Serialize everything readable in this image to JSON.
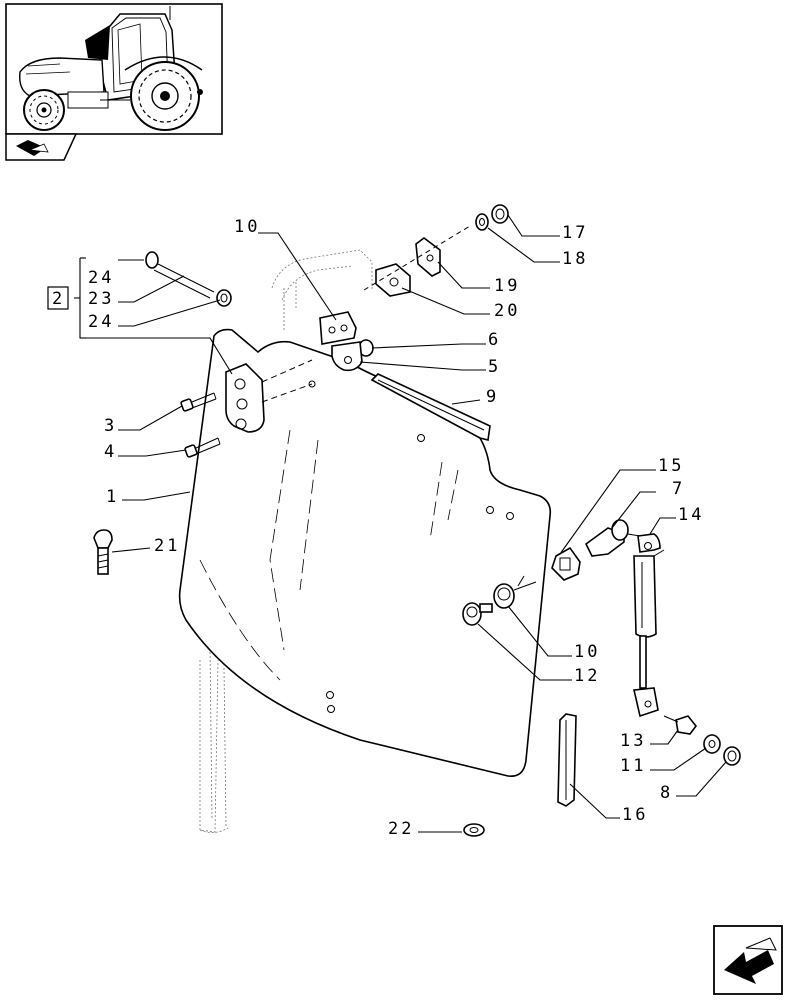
{
  "diagram": {
    "callouts": [
      {
        "id": "c10a",
        "text": "10"
      },
      {
        "id": "c17",
        "text": "17"
      },
      {
        "id": "c18",
        "text": "18"
      },
      {
        "id": "c19",
        "text": "19"
      },
      {
        "id": "c20",
        "text": "20"
      },
      {
        "id": "c6",
        "text": "6"
      },
      {
        "id": "c5",
        "text": "5"
      },
      {
        "id": "c9",
        "text": "9"
      },
      {
        "id": "c24a",
        "text": "24"
      },
      {
        "id": "c23",
        "text": "23"
      },
      {
        "id": "c24b",
        "text": "24"
      },
      {
        "id": "c3",
        "text": "3"
      },
      {
        "id": "c4",
        "text": "4"
      },
      {
        "id": "c1",
        "text": "1"
      },
      {
        "id": "c21",
        "text": "21"
      },
      {
        "id": "c15",
        "text": "15"
      },
      {
        "id": "c7",
        "text": "7"
      },
      {
        "id": "c14",
        "text": "14"
      },
      {
        "id": "c10b",
        "text": "10"
      },
      {
        "id": "c12",
        "text": "12"
      },
      {
        "id": "c13",
        "text": "13"
      },
      {
        "id": "c11",
        "text": "11"
      },
      {
        "id": "c8",
        "text": "8"
      },
      {
        "id": "c16",
        "text": "16"
      },
      {
        "id": "c22",
        "text": "22"
      }
    ],
    "kit_box_label": "2"
  },
  "thumbnail": {
    "icon": "tractor-cab-thumbnail"
  },
  "nav": {
    "icon": "next-page-arrow-icon"
  }
}
